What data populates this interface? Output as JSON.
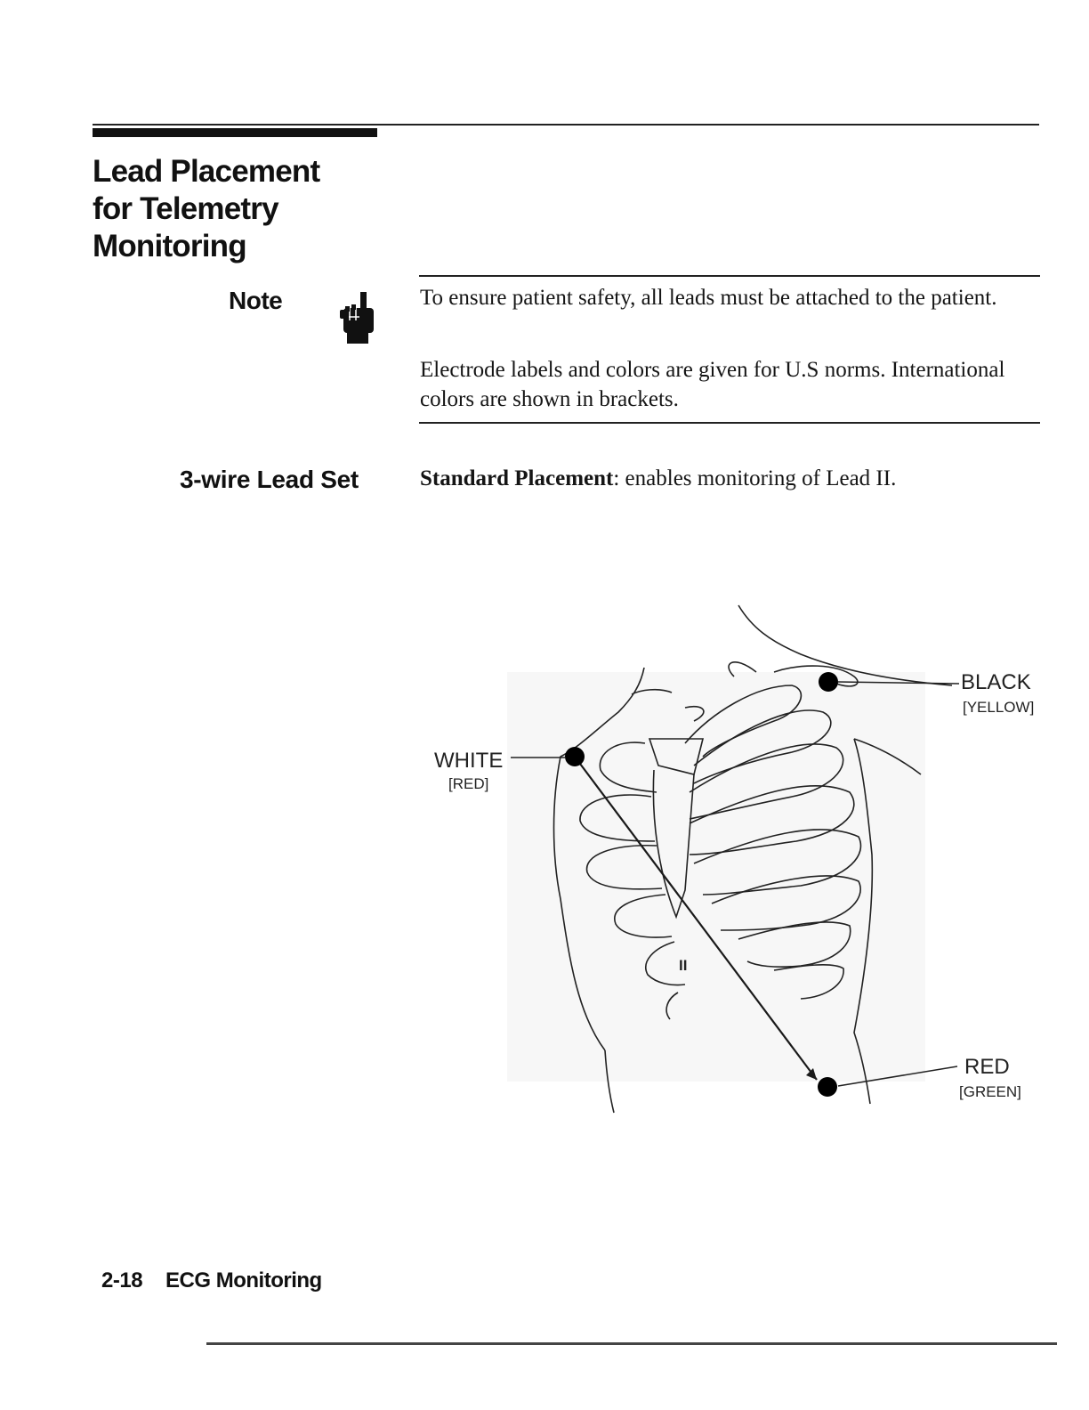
{
  "section": {
    "title_lines": [
      "Lead Placement",
      "for Telemetry",
      "Monitoring"
    ]
  },
  "note": {
    "label": "Note",
    "icon": "pointing-hand-icon",
    "paragraph_1": "To ensure patient safety, all leads must be attached to the patient.",
    "paragraph_2": "Electrode labels and colors are given for U.S norms. International colors are shown in brackets."
  },
  "subsection": {
    "label": "3-wire Lead Set",
    "placement_bold": "Standard Placement",
    "placement_text": ": enables monitoring of Lead II."
  },
  "diagram": {
    "electrodes": [
      {
        "label": "BLACK",
        "intl": "[YELLOW]"
      },
      {
        "label": "WHITE",
        "intl": "[RED]"
      },
      {
        "label": "RED",
        "intl": "[GREEN]"
      }
    ],
    "lead_label": "II",
    "colors": {
      "line": "#1a1a1a",
      "electrode": "#000000"
    }
  },
  "footer": {
    "page": "2-18",
    "chapter": "ECG Monitoring"
  }
}
